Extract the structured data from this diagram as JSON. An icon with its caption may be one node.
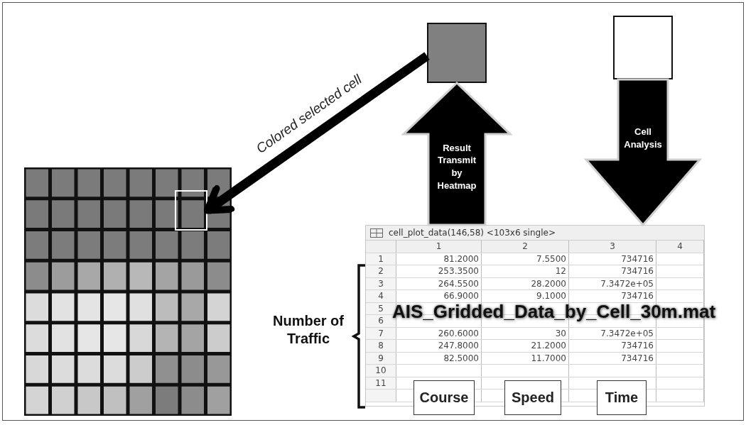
{
  "diagram": {
    "nodes": [
      {
        "text": [],
        "shape": "box"
      },
      {
        "text": [],
        "shape": "box"
      },
      {
        "text": [],
        "shape": "picture"
      },
      {
        "text": [],
        "shape": "box",
        "in": 2
      },
      {
        "text": [
          "cell_plot_data(146,58) <103x6 single>"
        ]
      },
      {
        "text": [
          "Course"
        ]
      },
      {
        "text": [
          "Speed"
        ]
      },
      {
        "text": [
          "Time"
        ]
      }
    ],
    "edges": [
      {
        "from": 0,
        "to": 3,
        "arrow": "to",
        "label": "Colored selected cell"
      },
      {
        "from": 4,
        "to": 0,
        "arrow": "to",
        "label": "Result Transmit by Heatmap"
      },
      {
        "from": 1,
        "to": 4,
        "arrow": "to",
        "label": "Cell Analysis"
      }
    ],
    "labels": [
      "Number of Traffic",
      "1",
      "2",
      "3",
      "4",
      "1",
      "81.2000",
      "7.5500",
      "734716",
      "2",
      "253.3500",
      "12",
      "734716",
      "3",
      "264.5500",
      "28.2000",
      "7.3472e+05",
      "4",
      "66.9000",
      "9.1000",
      "734716",
      "5",
      "6",
      "7",
      "260.6000",
      "30",
      "7.3472e+05",
      "8",
      "247.8000",
      "21.2000",
      "734716",
      "9",
      "82.5000",
      "11.7000",
      "734716",
      "10",
      "11",
      "AIS_Gridded_Data_by_Cell_30m.mat"
    ]
  }
}
